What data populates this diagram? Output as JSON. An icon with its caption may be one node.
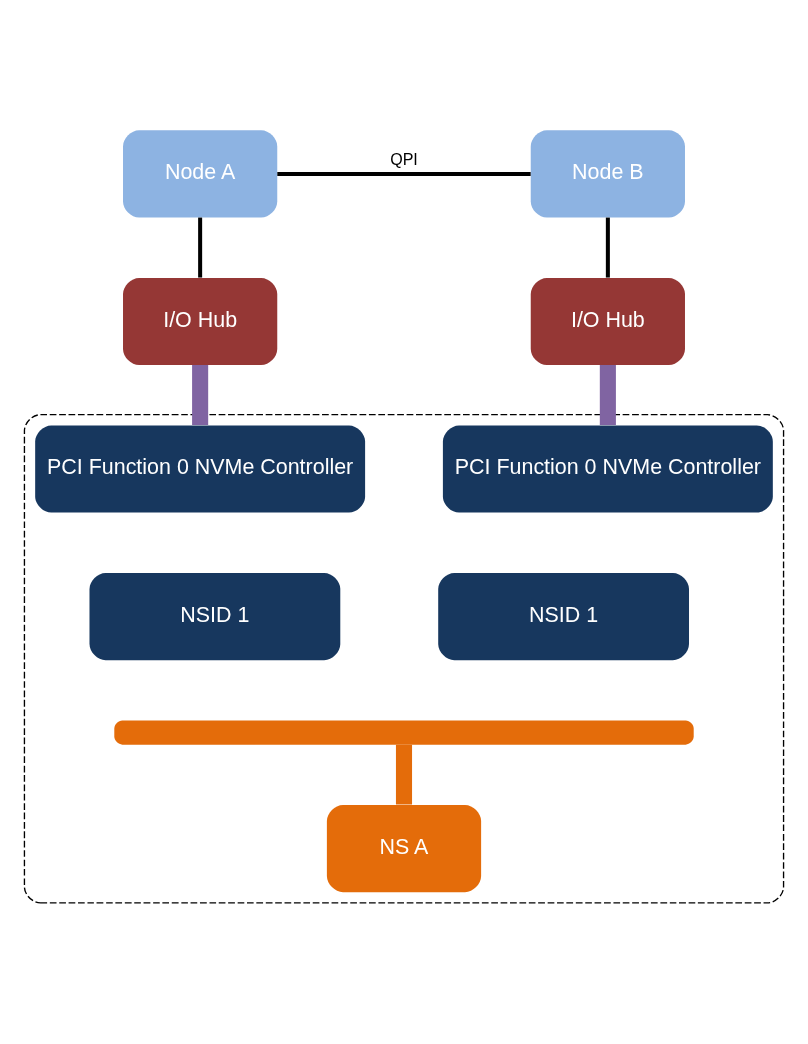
{
  "diagram": {
    "nodes": [
      {
        "text": [
          "Node A"
        ]
      },
      {
        "text": [
          "Node B"
        ]
      },
      {
        "text": [
          "I/O Hub"
        ]
      },
      {
        "text": [
          "I/O Hub"
        ]
      },
      {
        "text": [],
        "shape": "box"
      },
      {
        "text": [
          "PCI Function 0 NVMe Controller"
        ],
        "in": 4
      },
      {
        "text": [
          "PCI Function 0 NVMe Controller"
        ],
        "in": 4
      },
      {
        "text": [
          "NSID 1"
        ],
        "in": 4
      },
      {
        "text": [
          "NSID 1"
        ],
        "in": 4
      },
      {
        "text": [],
        "shape": "bar",
        "in": 4
      },
      {
        "text": [
          "NS A"
        ],
        "in": 4
      }
    ],
    "edges": [
      {
        "from": 0,
        "to": 1,
        "arrow": "none",
        "label": "QPI"
      },
      {
        "from": 0,
        "to": 2,
        "arrow": "none"
      },
      {
        "from": 1,
        "to": 3,
        "arrow": "none"
      },
      {
        "from": 2,
        "to": 5,
        "arrow": "none",
        "style": "thick",
        "color": "#8064a2"
      },
      {
        "from": 3,
        "to": 6,
        "arrow": "none",
        "style": "thick",
        "color": "#8064a2"
      },
      {
        "from": 9,
        "to": 10,
        "arrow": "none",
        "style": "thick",
        "color": "#e46c0a"
      }
    ]
  }
}
